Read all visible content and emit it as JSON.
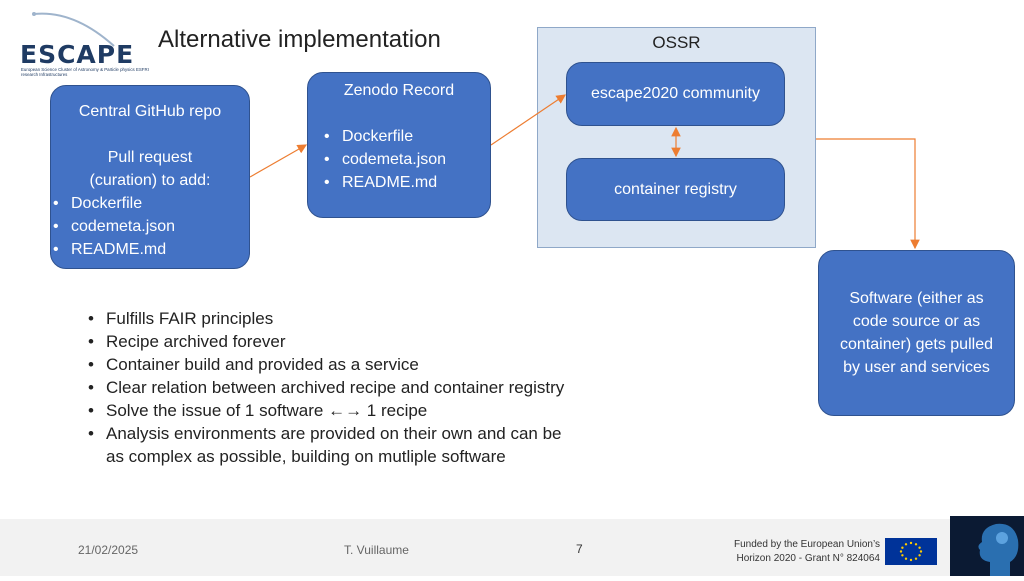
{
  "slide": {
    "title": "Alternative implementation"
  },
  "logo": {
    "name": "ESCAPE",
    "tagline": "European Science Cluster of Astronomy & Particle physics ESFRI research Infrastructures"
  },
  "ossr": {
    "label": "OSSR",
    "community": "escape2020 community",
    "registry": "container registry"
  },
  "github": {
    "title": "Central GitHub repo",
    "subtitle_line1": "Pull request",
    "subtitle_line2": "(curation) to add:",
    "items": [
      "Dockerfile",
      "codemeta.json",
      "README.md"
    ]
  },
  "zenodo": {
    "title": "Zenodo Record",
    "items": [
      "Dockerfile",
      "codemeta.json",
      "README.md"
    ]
  },
  "software": {
    "text": "Software (either as code source or as container) gets pulled by user and services"
  },
  "notes": [
    "Fulfills FAIR principles",
    "Recipe archived forever",
    "Container build and provided as a service",
    "Clear relation between archived recipe and container registry",
    "Solve the issue of 1 software ←→ 1 recipe",
    "Analysis environments are provided on their own and can be as complex as possible, building on mutliple software"
  ],
  "footer": {
    "date": "21/02/2025",
    "author": "T. Vuillaume",
    "page": "7",
    "funding_line1": "Funded by the European Union’s",
    "funding_line2": "Horizon 2020 - Grant N° 824064"
  },
  "colors": {
    "node_fill": "#4472c4",
    "connector": "#ed7d31",
    "ossr_fill": "#dce6f2"
  }
}
